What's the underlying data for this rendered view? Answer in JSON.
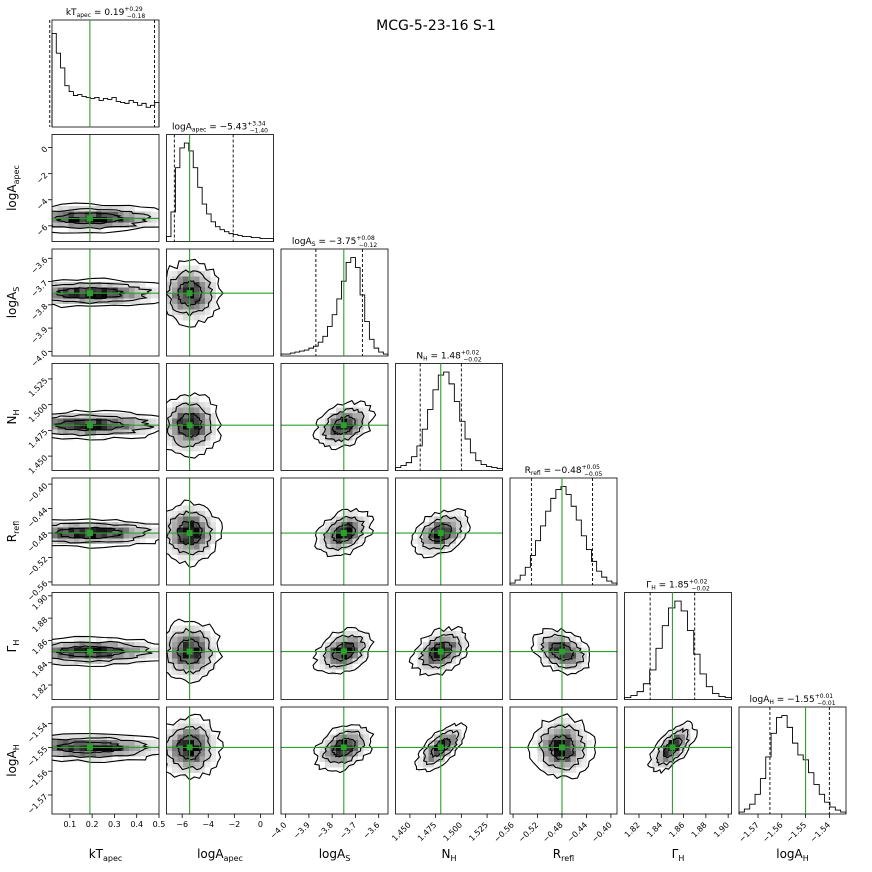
{
  "chart_data": {
    "type": "corner",
    "title": "MCG-5-23-16 S-1",
    "colors": {
      "truth": "#2ca02c",
      "contour": "#000000",
      "hist": "#000000"
    },
    "parameters": [
      {
        "label": "kT_apec",
        "label_main": "kT",
        "label_sub": "apec",
        "range": [
          0.02,
          0.5
        ],
        "ticks": [
          0.1,
          0.2,
          0.3,
          0.4,
          0.5
        ],
        "tick_labels": [
          "0.1",
          "0.2",
          "0.3",
          "0.4",
          "0.5"
        ],
        "median": 0.19,
        "lower": 0.01,
        "upper": 0.48,
        "title_value": "0.19",
        "title_plus": "+0.29",
        "title_minus": "−0.18",
        "hist_shape": [
          0.95,
          0.75,
          0.6,
          0.42,
          0.36,
          0.32,
          0.33,
          0.31,
          0.3,
          0.29,
          0.3,
          0.27,
          0.29,
          0.28,
          0.3,
          0.26,
          0.25,
          0.24,
          0.27,
          0.25,
          0.22,
          0.24,
          0.2,
          0.22,
          0.25
        ]
      },
      {
        "label": "logA_apec",
        "label_main": "logA",
        "label_sub": "apec",
        "range": [
          -7.2,
          1.0
        ],
        "ticks": [
          -6,
          -4,
          -2,
          0
        ],
        "tick_labels": [
          "−6",
          "−4",
          "−2",
          "0"
        ],
        "median": -5.43,
        "lower": -6.6,
        "upper": -2.09,
        "title_value": "−5.43",
        "title_plus": "+3.34",
        "title_minus": "−1.40",
        "hist_shape": [
          0.05,
          0.3,
          0.75,
          0.95,
          1.0,
          0.92,
          0.75,
          0.55,
          0.38,
          0.28,
          0.2,
          0.15,
          0.12,
          0.1,
          0.08,
          0.07,
          0.06,
          0.05,
          0.05,
          0.04,
          0.04,
          0.03,
          0.03,
          0.03
        ]
      },
      {
        "label": "logA_S",
        "label_main": "logA",
        "label_sub": "S",
        "range": [
          -4.02,
          -3.56
        ],
        "ticks": [
          -4.0,
          -3.9,
          -3.8,
          -3.7,
          -3.6
        ],
        "tick_labels": [
          "−4.0",
          "−3.9",
          "−3.8",
          "−3.7",
          "−3.6"
        ],
        "median": -3.75,
        "lower": -3.87,
        "upper": -3.67,
        "title_value": "−3.75",
        "title_plus": "+0.08",
        "title_minus": "−0.12",
        "hist_shape": [
          0.02,
          0.02,
          0.03,
          0.04,
          0.05,
          0.06,
          0.08,
          0.1,
          0.14,
          0.2,
          0.3,
          0.42,
          0.58,
          0.76,
          0.95,
          1.0,
          0.9,
          0.62,
          0.35,
          0.17,
          0.08,
          0.04,
          0.02
        ]
      },
      {
        "label": "N_H",
        "label_main": "N",
        "label_sub": "H",
        "range": [
          1.436,
          1.54
        ],
        "ticks": [
          1.45,
          1.475,
          1.5,
          1.525
        ],
        "tick_labels": [
          "1.450",
          "1.475",
          "1.500",
          "1.525"
        ],
        "median": 1.48,
        "lower": 1.46,
        "upper": 1.5,
        "title_value": "1.48",
        "title_plus": "+0.02",
        "title_minus": "−0.02",
        "hist_shape": [
          0.03,
          0.05,
          0.08,
          0.14,
          0.25,
          0.42,
          0.62,
          0.82,
          0.97,
          1.0,
          0.88,
          0.7,
          0.5,
          0.32,
          0.18,
          0.1,
          0.06,
          0.04,
          0.03,
          0.02
        ]
      },
      {
        "label": "R_refl",
        "label_main": "R",
        "label_sub": "refl",
        "range": [
          -0.565,
          -0.39
        ],
        "ticks": [
          -0.56,
          -0.52,
          -0.48,
          -0.44,
          -0.4
        ],
        "tick_labels": [
          "−0.56",
          "−0.52",
          "−0.48",
          "−0.44",
          "−0.40"
        ],
        "median": -0.48,
        "lower": -0.53,
        "upper": -0.43,
        "title_value": "−0.48",
        "title_plus": "+0.05",
        "title_minus": "−0.05",
        "hist_shape": [
          0.02,
          0.05,
          0.1,
          0.18,
          0.3,
          0.45,
          0.6,
          0.75,
          0.88,
          0.97,
          1.0,
          0.92,
          0.8,
          0.66,
          0.5,
          0.36,
          0.24,
          0.14,
          0.08,
          0.04,
          0.02
        ]
      },
      {
        "label": "Gamma_H",
        "label_main": "Γ",
        "label_sub": "H",
        "range": [
          1.807,
          1.903
        ],
        "ticks": [
          1.82,
          1.84,
          1.86,
          1.88,
          1.9
        ],
        "tick_labels": [
          "1.82",
          "1.84",
          "1.86",
          "1.88",
          "1.90"
        ],
        "median": 1.85,
        "lower": 1.83,
        "upper": 1.87,
        "title_value": "1.85",
        "title_plus": "+0.02",
        "title_minus": "−0.02",
        "hist_shape": [
          0.02,
          0.04,
          0.08,
          0.16,
          0.3,
          0.52,
          0.75,
          0.93,
          1.0,
          0.9,
          0.7,
          0.46,
          0.26,
          0.13,
          0.06,
          0.03,
          0.02
        ]
      },
      {
        "label": "logA_H",
        "label_main": "logA",
        "label_sub": "H",
        "range": [
          -1.578,
          -1.533
        ],
        "ticks": [
          -1.57,
          -1.56,
          -1.55,
          -1.54
        ],
        "tick_labels": [
          "−1.57",
          "−1.56",
          "−1.55",
          "−1.54"
        ],
        "median": -1.55,
        "lower": -1.565,
        "upper": -1.54,
        "title_value": "−1.55",
        "title_plus": "+0.01",
        "title_minus": "−0.01",
        "hist_shape": [
          0.02,
          0.05,
          0.1,
          0.2,
          0.36,
          0.58,
          0.82,
          0.98,
          1.0,
          0.88,
          0.72,
          0.6,
          0.55,
          0.42,
          0.3,
          0.2,
          0.12,
          0.07,
          0.04,
          0.02
        ]
      }
    ]
  }
}
